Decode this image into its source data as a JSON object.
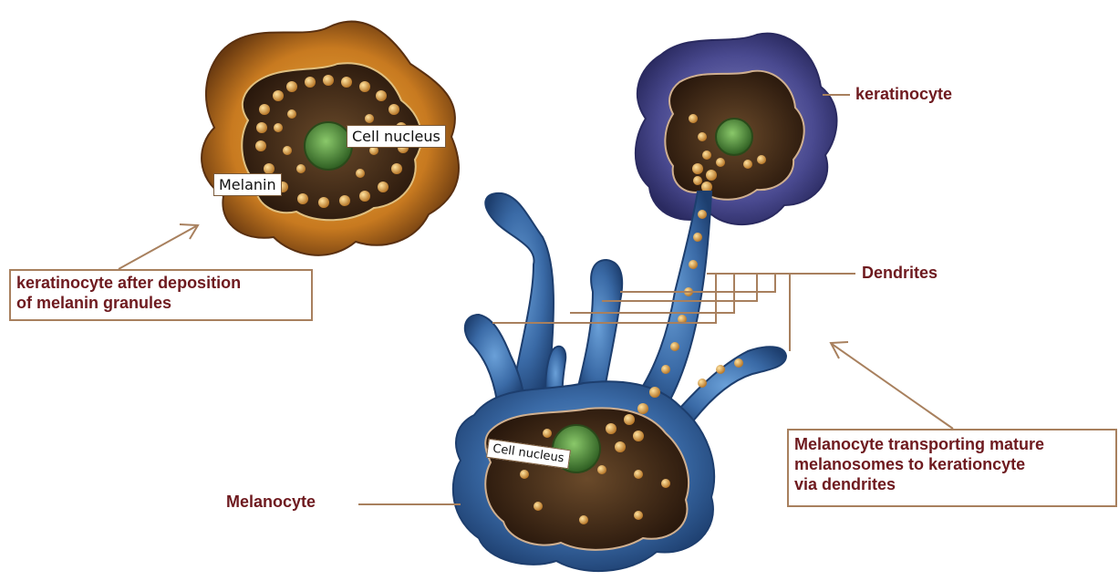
{
  "labels": {
    "top_left_cell_caption_line1": "keratinocyte after deposition",
    "top_left_cell_caption_line2": "of melanin granules",
    "cell_nucleus_top": "Cell nucleus",
    "melanin": "Melanin",
    "keratinocyte": "keratinocyte",
    "dendrites": "Dendrites",
    "melanocyte": "Melanocyte",
    "cell_nucleus_bottom": "Cell nucleus",
    "transport_caption_line1": "Melanocyte transporting mature",
    "transport_caption_line2": "melanosomes to kerationcyte",
    "transport_caption_line3": "via dendrites"
  },
  "colors": {
    "label_text": "#6e1a1f",
    "leader_line": "#a8805e",
    "keratinocyte_left_membrane": "#c47a2a",
    "keratinocyte_right_membrane": "#5a5a9a",
    "melanocyte_membrane": "#3f6fa3",
    "cytoplasm": "#3a2414",
    "melanosome": "#d9a03a",
    "nucleus": "#4f8a3a"
  }
}
